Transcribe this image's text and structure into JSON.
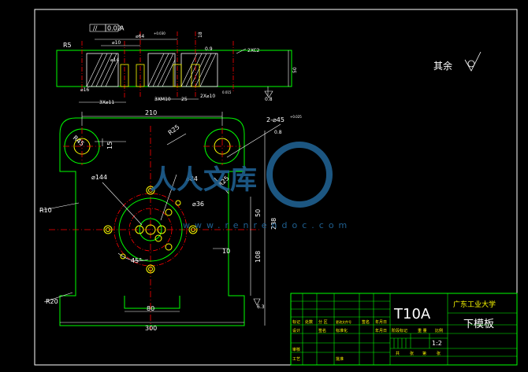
{
  "top_view": {
    "r5": "R5",
    "flatness": "0.02",
    "datum": "A",
    "d10": "⌀10",
    "d64": "⌀64",
    "tol_d64": "+0.030",
    "d16": "⌀16",
    "d14": "⌀14",
    "val_3x11": "3X⌀11",
    "m10": "3XM10",
    "depth25": "25",
    "pin": "2X⌀10",
    "tol_pin": "0.015",
    "r18": "18",
    "r09": "0.9",
    "r08": "0.8",
    "xc2": "2XC2",
    "h50": "50"
  },
  "main_view": {
    "w210": "210",
    "r45": "R45",
    "r25a": "R25",
    "h15": "15",
    "d45": "2-⌀45",
    "tol_d45": "+0.025",
    "r08": "0.8",
    "d144": "⌀144",
    "d84": "⌀84",
    "d36": "⌀36",
    "r25b": "R25",
    "r10": "R10",
    "h50": "50",
    "h238": "238",
    "h10": "10",
    "h108": "108",
    "ang45": "45°",
    "r20": "R20",
    "w80": "80",
    "w300": "300",
    "r63": "6.3"
  },
  "remainder": {
    "text": "其余"
  },
  "watermark": {
    "text": "人人文库",
    "url": "www.renrendoc.com"
  },
  "title_block": {
    "material": "T10A",
    "school": "广东工业大学",
    "part": "下模板",
    "scale": "1:2",
    "row1": [
      "标记",
      "处数",
      "分 区",
      "更改文件号",
      "签名",
      "年月日"
    ],
    "row2": [
      "设计",
      "签名",
      "标准化",
      "年月日"
    ],
    "row3": [
      "审核",
      "",
      "",
      ""
    ],
    "row4": [
      "工艺",
      "",
      "批准",
      ""
    ],
    "right": [
      "阶段标记",
      "重 量",
      "比例"
    ],
    "bottom": [
      "共",
      "张",
      "第",
      "张"
    ]
  },
  "colors": {
    "background": "#000000",
    "outline": "#00ff00",
    "center": "#ff0000",
    "dimension": "#ffffff",
    "hole": "#ffff00",
    "watermark": "#1f5f8f"
  }
}
